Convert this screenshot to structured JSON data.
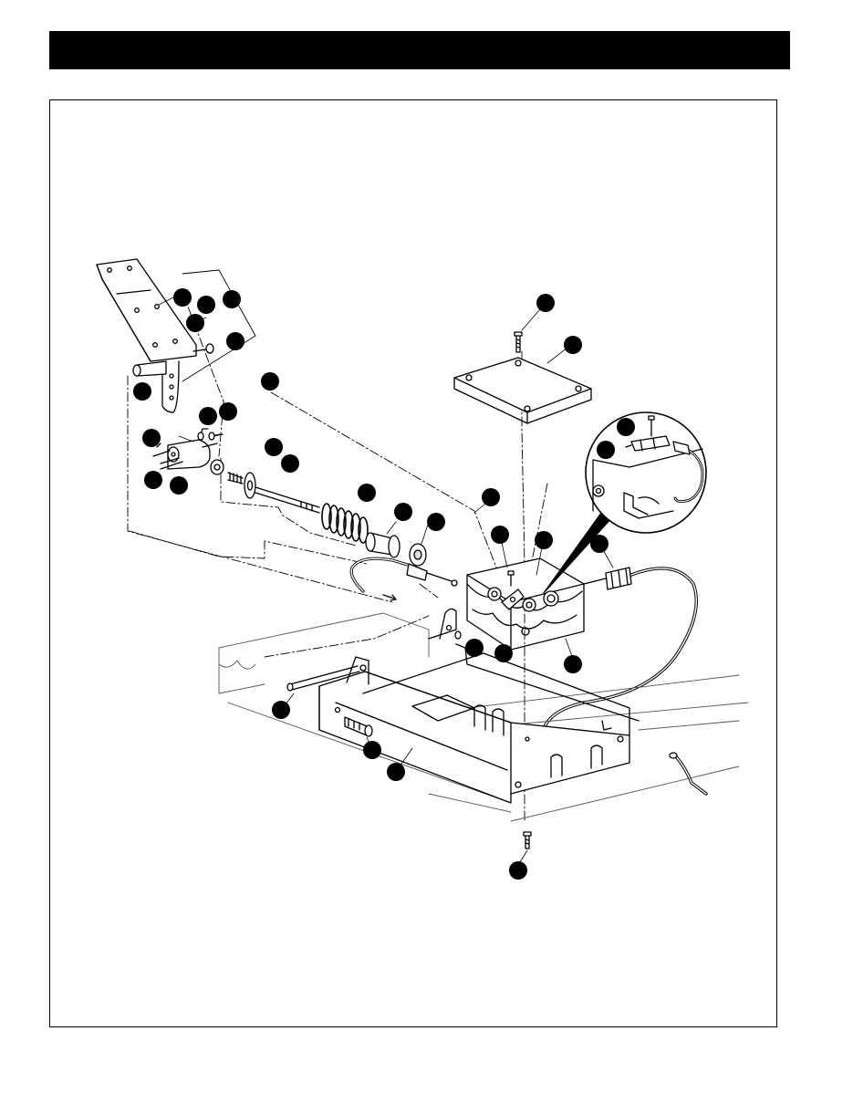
{
  "header": {
    "title": ""
  },
  "diagram": {
    "colors": {
      "ink": "#000000",
      "paper": "#ffffff",
      "accent": "#000000",
      "grey": "#d9d9d9"
    },
    "callouts": [
      {
        "id": "c1",
        "label": ""
      },
      {
        "id": "c2",
        "label": ""
      },
      {
        "id": "c3",
        "label": ""
      },
      {
        "id": "c4",
        "label": ""
      },
      {
        "id": "c5",
        "label": ""
      },
      {
        "id": "c6",
        "label": ""
      },
      {
        "id": "c7",
        "label": ""
      },
      {
        "id": "c8",
        "label": ""
      },
      {
        "id": "c9",
        "label": ""
      },
      {
        "id": "c10",
        "label": ""
      },
      {
        "id": "c11",
        "label": ""
      },
      {
        "id": "c12",
        "label": ""
      },
      {
        "id": "c13",
        "label": ""
      },
      {
        "id": "c14",
        "label": ""
      },
      {
        "id": "c15",
        "label": ""
      },
      {
        "id": "c16",
        "label": ""
      },
      {
        "id": "c17",
        "label": ""
      },
      {
        "id": "c18",
        "label": ""
      },
      {
        "id": "c19",
        "label": ""
      },
      {
        "id": "c20",
        "label": ""
      },
      {
        "id": "c21",
        "label": ""
      },
      {
        "id": "c22",
        "label": ""
      },
      {
        "id": "c23",
        "label": ""
      },
      {
        "id": "c24",
        "label": ""
      },
      {
        "id": "c25",
        "label": ""
      },
      {
        "id": "c26",
        "label": ""
      },
      {
        "id": "c27",
        "label": ""
      },
      {
        "id": "c28",
        "label": ""
      },
      {
        "id": "c29",
        "label": ""
      },
      {
        "id": "c30",
        "label": ""
      },
      {
        "id": "c31",
        "label": ""
      },
      {
        "id": "c32",
        "label": ""
      }
    ]
  }
}
